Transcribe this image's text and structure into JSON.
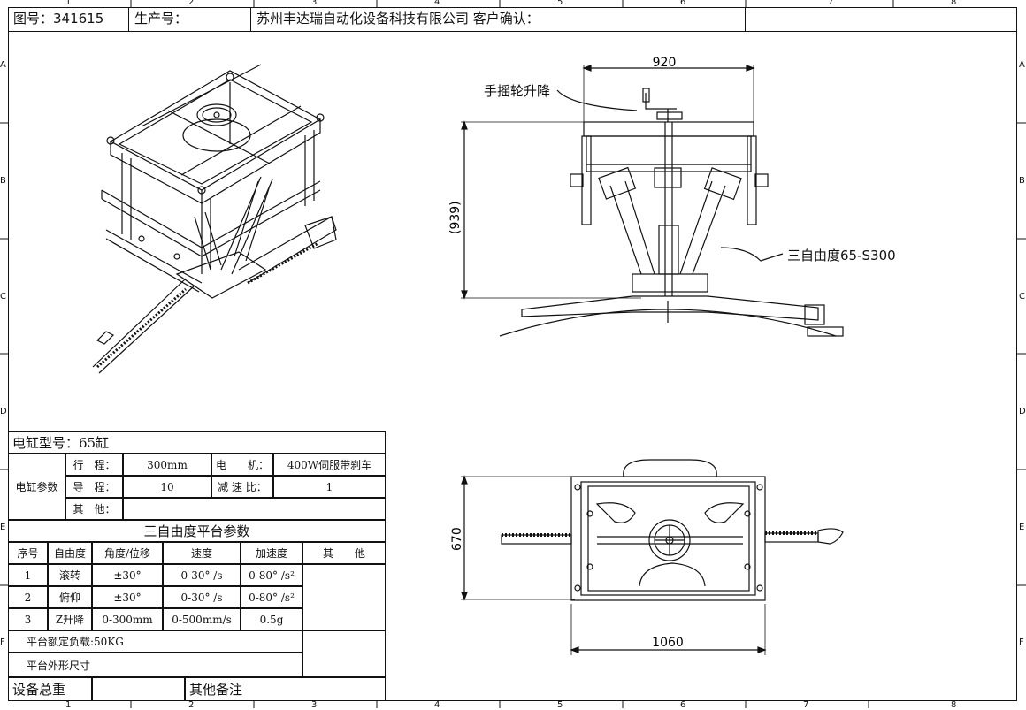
{
  "title_block": {
    "drawing_no_label": "图号：341615",
    "production_no_label": "生产号：",
    "company_and_confirm": "苏州丰达瑞自动化设备科技有限公司 客户确认："
  },
  "zones": {
    "columns": [
      "1",
      "2",
      "3",
      "4",
      "5",
      "6",
      "7",
      "8"
    ],
    "rows": [
      "A",
      "B",
      "C",
      "D",
      "E",
      "F"
    ]
  },
  "front_view": {
    "width_dim": "920",
    "height_dim": "(939)",
    "handwheel_callout": "手摇轮升降",
    "model_callout": "三自由度65-S300"
  },
  "top_view": {
    "width_dim": "1060",
    "depth_dim": "670"
  },
  "param_table": {
    "cylinder_model": "电缸型号：65缸",
    "cylinder_params_label": "电缸参数",
    "rows": [
      {
        "k1": "行　程：",
        "v1": "300mm",
        "k2": "电　　机：",
        "v2": "400W伺服带刹车"
      },
      {
        "k1": "导　程：",
        "v1": "10",
        "k2": "减 速 比：",
        "v2": "1"
      },
      {
        "k1": "其　他：",
        "v1": "",
        "k2": "",
        "v2": ""
      }
    ],
    "platform_title": "三自由度平台参数",
    "headers": [
      "序号",
      "自由度",
      "角度/位移",
      "速度",
      "加速度",
      "其　　他"
    ],
    "dof_rows": [
      {
        "no": "1",
        "dof": "滚转",
        "range": "±30°",
        "speed": "0-30° /s",
        "accel": "0-80° /s²"
      },
      {
        "no": "2",
        "dof": "俯仰",
        "range": "±30°",
        "speed": "0-30° /s",
        "accel": "0-80° /s²"
      },
      {
        "no": "3",
        "dof": "Z升降",
        "range": "0-300mm",
        "speed": "0-500mm/s",
        "accel": "0.5g"
      }
    ],
    "rated_load": "平台额定负载:50KG",
    "platform_size": "平台外形尺寸",
    "total_weight": "设备总重",
    "other_notes": "其他备注"
  }
}
